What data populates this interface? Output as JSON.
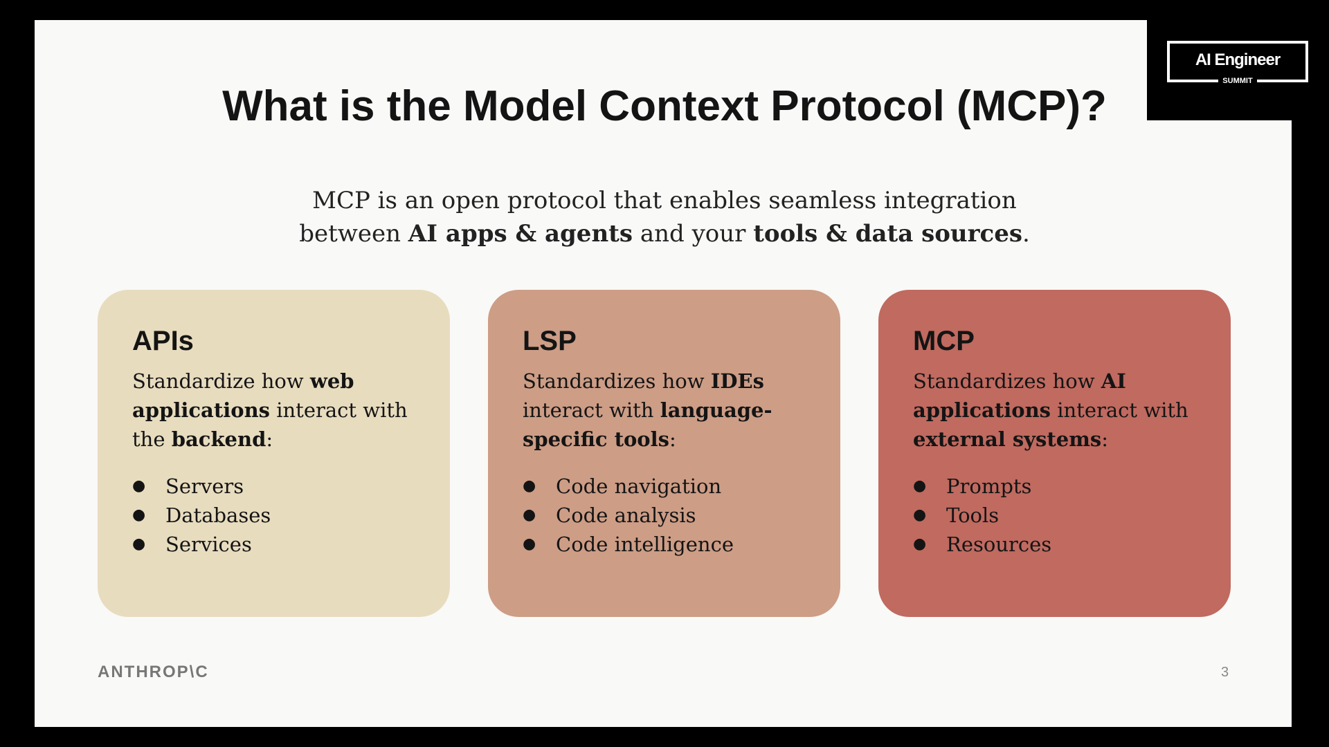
{
  "event_logo": {
    "main": "AI Engineer",
    "sub": "SUMMIT"
  },
  "title": "What is the Model Context Protocol (MCP)?",
  "subtitle": {
    "line1": "MCP is an open protocol that enables seamless integration",
    "line2_pre": "between ",
    "line2_b1": "AI apps & agents",
    "line2_mid": " and your ",
    "line2_b2": "tools & data sources",
    "line2_post": "."
  },
  "cards": [
    {
      "title": "APIs",
      "color": "#e8dcbf",
      "desc": [
        {
          "t": "Standardize how "
        },
        {
          "b": "web applications"
        },
        {
          "t": " interact with the "
        },
        {
          "b": "backend"
        },
        {
          "t": ":"
        }
      ],
      "bullets": [
        "Servers",
        "Databases",
        "Services"
      ]
    },
    {
      "title": "LSP",
      "color": "#cd9d86",
      "desc": [
        {
          "t": "Standardizes how "
        },
        {
          "b": "IDEs"
        },
        {
          "t": " interact with "
        },
        {
          "b": "language-specific tools"
        },
        {
          "t": ":"
        }
      ],
      "bullets": [
        "Code navigation",
        "Code analysis",
        "Code intelligence"
      ]
    },
    {
      "title": "MCP",
      "color": "#c06a60",
      "desc": [
        {
          "t": "Standardizes how "
        },
        {
          "b": "AI applications"
        },
        {
          "t": " interact with "
        },
        {
          "b": "external systems"
        },
        {
          "t": ":"
        }
      ],
      "bullets": [
        "Prompts",
        "Tools",
        "Resources"
      ]
    }
  ],
  "footer": {
    "brand": "ANTHROP\\C",
    "page": "3"
  },
  "bullet_glyph": "●"
}
